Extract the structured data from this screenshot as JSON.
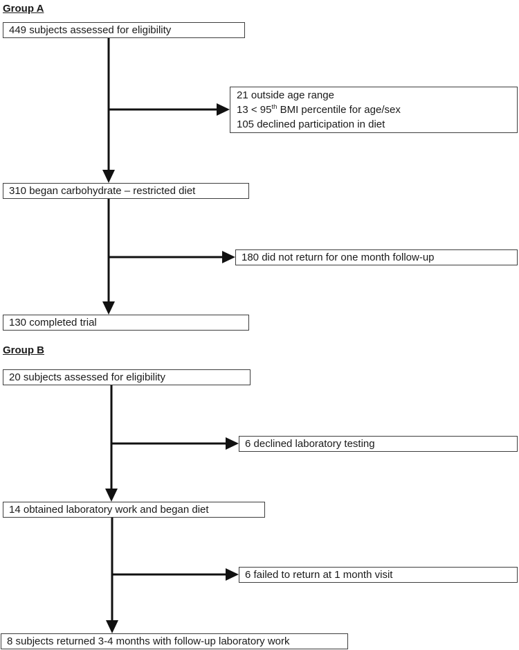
{
  "groupA": {
    "title": "Group A",
    "box_eligibility": "449 subjects assessed for eligibility",
    "exclusion_box": {
      "line1": "21 outside age range",
      "line2_pre": "13 < 95",
      "line2_sup": "th",
      "line2_post": " BMI percentile for age/sex",
      "line3": "105 declined participation in diet"
    },
    "box_began_diet": "310 began carbohydrate – restricted diet",
    "box_no_return": "180 did not return for one month follow-up",
    "box_completed": "130 completed trial"
  },
  "groupB": {
    "title": "Group B",
    "box_eligibility": "20 subjects assessed for eligibility",
    "box_declined_lab": "6 declined laboratory testing",
    "box_lab_work": "14 obtained laboratory work and began diet",
    "box_failed_return": "6 failed to return at 1 month visit",
    "box_returned": "8 subjects returned 3-4 months with follow-up laboratory work"
  },
  "colors": {
    "background": "#ffffff",
    "box_border": "#3d3d3d",
    "arrow": "#111111",
    "text": "#1a1a1a"
  }
}
